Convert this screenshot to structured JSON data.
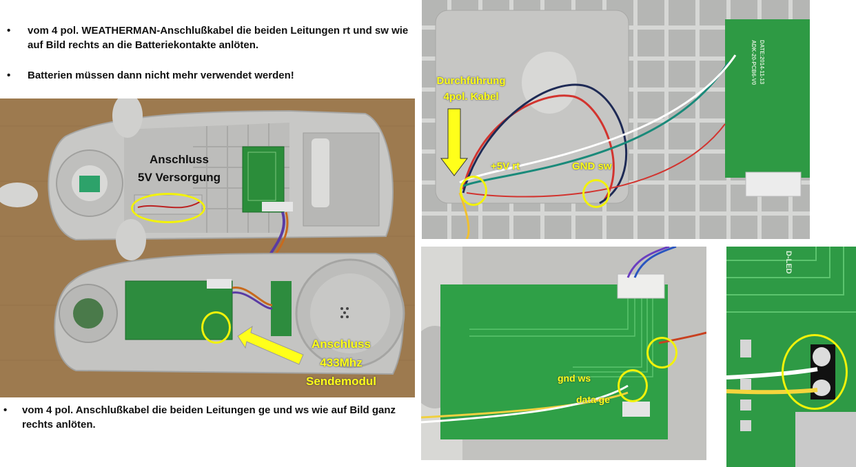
{
  "bullets": {
    "top_1": "vom 4 pol. WEATHERMAN-Anschlußkabel die beiden Leitungen rt und sw wie auf Bild rechts an die Batteriekontakte anlöten.",
    "top_2": "Batterien müssen dann nicht mehr verwendet werden!",
    "bottom_1": "vom 4 pol. Anschlußkabel die beiden Leitungen ge und ws wie auf Bild ganz rechts anlöten.",
    "marker": "•"
  },
  "photo_main": {
    "label_supply_line1": "Anschluss",
    "label_supply_line2": "5V Versorgung",
    "label_module_line1": "Anschluss",
    "label_module_line2": "433Mhz",
    "label_module_line3": "Sendemodul"
  },
  "photo_top_right": {
    "label_feedthrough_line1": "Durchführung",
    "label_feedthrough_line2": "4pol. Kabel",
    "label_plus5v": "+5V rt",
    "label_gnd": "GND sw",
    "pcb_text_1": "ADK-20-PCB6-V0",
    "pcb_text_2": "DATE:2014-11-13"
  },
  "photo_bottom_middle": {
    "label_gnd_ws": "gnd ws",
    "label_data_ge": "data ge"
  },
  "photo_bottom_right": {
    "pcb_text": "D-LED"
  }
}
